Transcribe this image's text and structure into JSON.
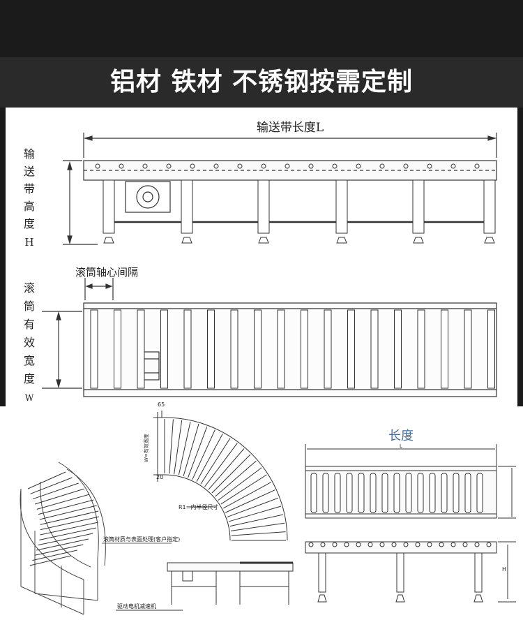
{
  "title": "铝材 铁材 不锈钢按需定制",
  "top_drawing": {
    "length_label": "输送带长度L",
    "height_label": [
      "输",
      "送",
      "带",
      "高",
      "度",
      "H"
    ],
    "pitch_label": "滚筒轴心间隔",
    "width_label": [
      "滚",
      "筒",
      "有",
      "效",
      "宽",
      "度",
      "W"
    ]
  },
  "curve_drawing": {
    "dim_top": "65",
    "dim_bottom": "20",
    "width_note": "W=有效宽度",
    "radius_note": "R1=内半径尺寸",
    "material_note": "滚筒材质与表面处理(客户指定)",
    "drive_note": "驱动电机减速机"
  },
  "straight_drawing": {
    "length_label": "长度",
    "length_sub": "L",
    "height_sub": "H"
  },
  "colors": {
    "title_band": "#2a2a2a",
    "dark_band": "#1b1b1b",
    "accent_blue": "#4a6fa5"
  }
}
